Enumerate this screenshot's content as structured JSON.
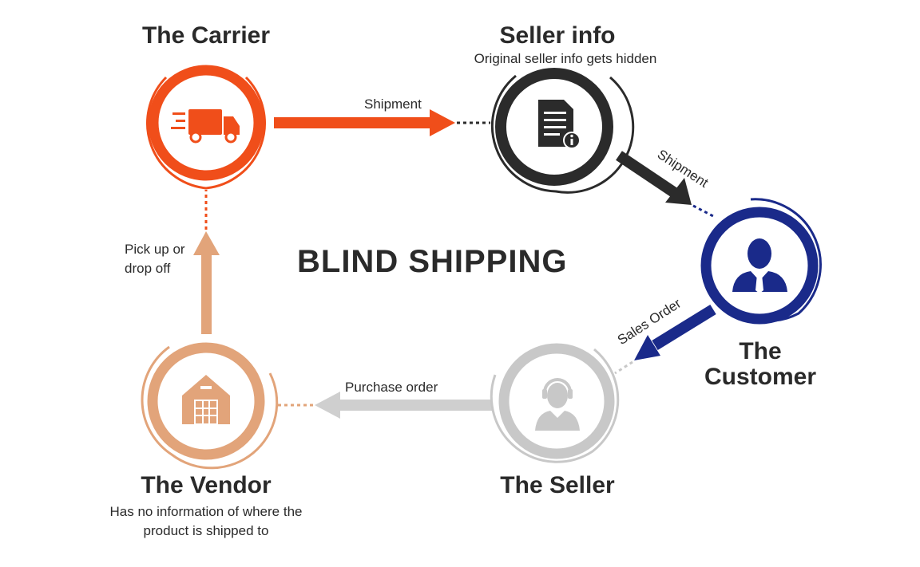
{
  "diagram": {
    "headline": "BLIND SHIPPING",
    "nodes": {
      "carrier": {
        "title": "The Carrier",
        "icon": "truck-icon",
        "color": "#f04e1a"
      },
      "seller_info": {
        "title": "Seller info",
        "subtitle": "Original seller info gets hidden",
        "icon": "document-info-icon",
        "color": "#2b2b2b"
      },
      "customer": {
        "title_line1": "The",
        "title_line2": "Customer",
        "icon": "businessman-icon",
        "color": "#1a2a8a"
      },
      "seller": {
        "title": "The Seller",
        "icon": "support-agent-icon",
        "color": "#c8c8c8"
      },
      "vendor": {
        "title": "The Vendor",
        "subtitle_line1": "Has no information of where the",
        "subtitle_line2": "product is shipped to",
        "icon": "warehouse-icon",
        "color": "#e2a47a"
      }
    },
    "edges": {
      "carrier_to_seller_info": "Shipment",
      "seller_info_to_customer": "Shipment",
      "customer_to_seller": "Sales Order",
      "seller_to_vendor": "Purchase order",
      "vendor_to_carrier_line1": "Pick up or",
      "vendor_to_carrier_line2": "drop off"
    }
  }
}
